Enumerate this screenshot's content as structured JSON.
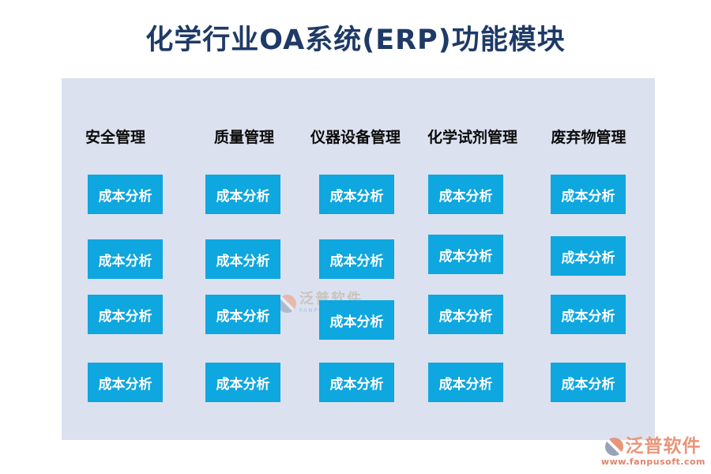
{
  "page": {
    "title": "化学行业OA系统(ERP)功能模块"
  },
  "modules": [
    {
      "title": "安全管理",
      "buttons": [
        "成本分析",
        "成本分析",
        "成本分析",
        "成本分析"
      ]
    },
    {
      "title": "质量管理",
      "buttons": [
        "成本分析",
        "成本分析",
        "成本分析",
        "成本分析"
      ]
    },
    {
      "title": "仪器设备管理",
      "buttons": [
        "成本分析",
        "成本分析",
        "成本分析",
        "成本分析"
      ]
    },
    {
      "title": "化学试剂管理",
      "buttons": [
        "成本分析",
        "成本分析",
        "成本分析",
        "成本分析"
      ]
    },
    {
      "title": "废弃物管理",
      "buttons": [
        "成本分析",
        "成本分析",
        "成本分析",
        "成本分析"
      ]
    }
  ],
  "watermark": {
    "brand": "泛普软件",
    "brand_en": "FANPU SOFTWARE"
  },
  "footer": {
    "brand": "泛普软件",
    "url": "www.fanpusoft.com"
  },
  "colors": {
    "title_navy": "#1E3A66",
    "panel_bg": "#DCE1F0",
    "button_blue": "#0EA7DF",
    "button_text": "#FFFFFF",
    "header_text": "#0B0B0B",
    "footer_salmon": "#E8957A",
    "logo_slate": "#99A2B8",
    "watermark_gray": "#C9C0B6"
  }
}
